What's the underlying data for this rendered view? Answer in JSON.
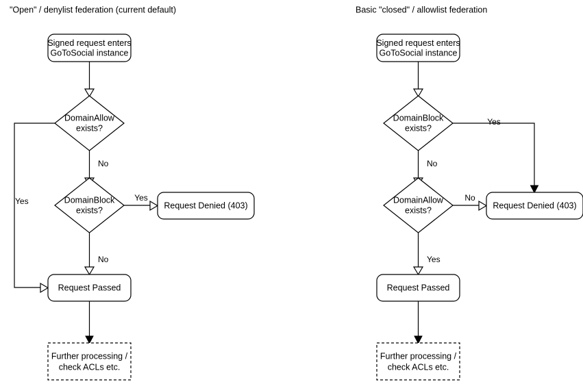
{
  "diagram": {
    "title_left": "\"Open\" / denylist federation (current default)",
    "title_right": "Basic \"closed\" / allowlist federation",
    "colors": {
      "background": "#ffffff",
      "stroke": "#000000",
      "text": "#000000",
      "node_fill": "#ffffff"
    },
    "columns": [
      {
        "id": "denylist",
        "title": "\"Open\" / denylist federation (current default)",
        "nodes": [
          {
            "id": "entry",
            "type": "rounded-rect",
            "line1": "Signed request enters",
            "line2": "GoToSocial instance"
          },
          {
            "id": "allow",
            "type": "diamond",
            "line1": "DomainAllow",
            "line2": "exists?"
          },
          {
            "id": "block",
            "type": "diamond",
            "line1": "DomainBlock",
            "line2": "exists?"
          },
          {
            "id": "denied",
            "type": "rounded-rect",
            "line1": "Request Denied (403)",
            "line2": ""
          },
          {
            "id": "passed",
            "type": "rounded-rect",
            "line1": "Request Passed",
            "line2": ""
          },
          {
            "id": "further",
            "type": "dashed-rect",
            "line1": "Further processing /",
            "line2": "check ACLs etc."
          }
        ],
        "edges": [
          {
            "from": "entry",
            "to": "allow",
            "label": "",
            "arrow": "open"
          },
          {
            "from": "allow",
            "to": "passed",
            "label": "Yes",
            "arrow": "open"
          },
          {
            "from": "allow",
            "to": "block",
            "label": "No",
            "arrow": "open"
          },
          {
            "from": "block",
            "to": "denied",
            "label": "Yes",
            "arrow": "open"
          },
          {
            "from": "block",
            "to": "passed",
            "label": "No",
            "arrow": "open"
          },
          {
            "from": "passed",
            "to": "further",
            "label": "",
            "arrow": "filled"
          }
        ]
      },
      {
        "id": "allowlist",
        "title": "Basic \"closed\" / allowlist federation",
        "nodes": [
          {
            "id": "entry",
            "type": "rounded-rect",
            "line1": "Signed request enters",
            "line2": "GoToSocial instance"
          },
          {
            "id": "block",
            "type": "diamond",
            "line1": "DomainBlock",
            "line2": "exists?"
          },
          {
            "id": "allow",
            "type": "diamond",
            "line1": "DomainAllow",
            "line2": "exists?"
          },
          {
            "id": "denied",
            "type": "rounded-rect",
            "line1": "Request Denied (403)",
            "line2": ""
          },
          {
            "id": "passed",
            "type": "rounded-rect",
            "line1": "Request Passed",
            "line2": ""
          },
          {
            "id": "further",
            "type": "dashed-rect",
            "line1": "Further processing /",
            "line2": "check ACLs etc."
          }
        ],
        "edges": [
          {
            "from": "entry",
            "to": "block",
            "label": "",
            "arrow": "open"
          },
          {
            "from": "block",
            "to": "denied",
            "label": "Yes",
            "arrow": "filled"
          },
          {
            "from": "block",
            "to": "allow",
            "label": "No",
            "arrow": "open"
          },
          {
            "from": "allow",
            "to": "denied",
            "label": "No",
            "arrow": "open"
          },
          {
            "from": "allow",
            "to": "passed",
            "label": "Yes",
            "arrow": "open"
          },
          {
            "from": "passed",
            "to": "further",
            "label": "",
            "arrow": "filled"
          }
        ]
      }
    ],
    "labels": {
      "l_yes_allow": "Yes",
      "l_no_allow": "No",
      "l_yes_block": "Yes",
      "l_no_block": "No",
      "r_yes_block": "Yes",
      "r_no_block": "No",
      "r_no_allow": "No",
      "r_yes_allow": "Yes"
    }
  }
}
